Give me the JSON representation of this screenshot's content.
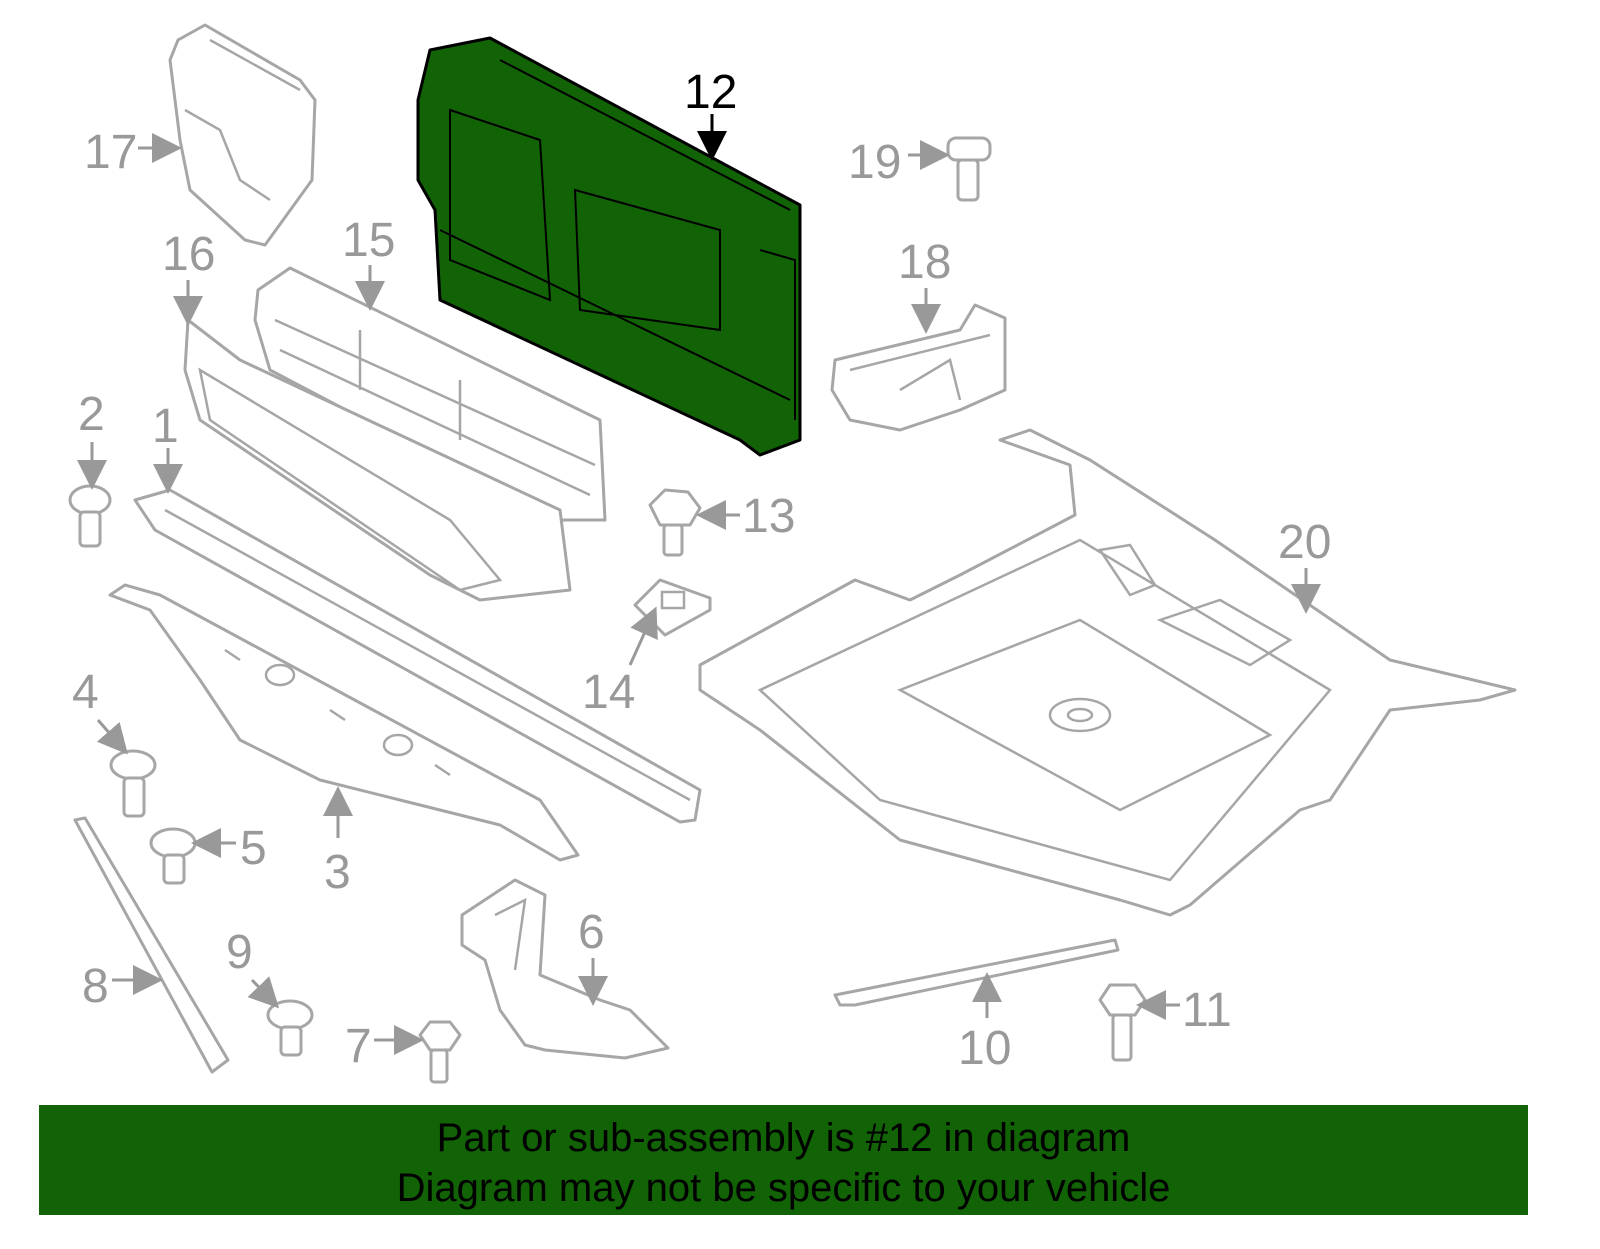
{
  "diagram": {
    "highlight_color": "#116306",
    "selected_part": "12",
    "callouts": [
      "1",
      "2",
      "3",
      "4",
      "5",
      "6",
      "7",
      "8",
      "9",
      "10",
      "11",
      "12",
      "13",
      "14",
      "15",
      "16",
      "17",
      "18",
      "19",
      "20"
    ]
  },
  "banner": {
    "line1": "Part or sub-assembly is #12 in diagram",
    "line2": "Diagram may not be specific to your vehicle"
  }
}
